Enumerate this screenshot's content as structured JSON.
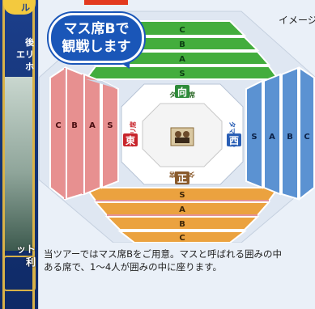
{
  "left_banner": {
    "side_text_1": "後",
    "side_text_2": "エリ",
    "side_text_3": "ホ",
    "logo_text": "ル",
    "bottom_text_1": "ット",
    "bottom_text_2": "利"
  },
  "callout": {
    "line1": "マス席Bで",
    "line2": "観戦します"
  },
  "image_label": "イメージ",
  "arena": {
    "north_seats": [
      "C",
      "B",
      "A",
      "S"
    ],
    "south_seats": [
      "S",
      "A",
      "B",
      "C"
    ],
    "east_seats": [
      "C",
      "B",
      "A",
      "S"
    ],
    "west_seats": [
      "S",
      "A",
      "B",
      "C"
    ],
    "north_label": "向",
    "south_label": "正",
    "east_label": "東",
    "west_label": "西",
    "tamari_north": "タマリ席",
    "tamari_south": "タマリ席",
    "tamari_east": "タマリ席",
    "tamari_west": "タマリ席"
  },
  "colors": {
    "north": "#3faa3a",
    "south": "#e9a33a",
    "east": "#e58c8c",
    "west": "#5b8fd0",
    "badge_north": "#2e8b3a",
    "badge_south": "#8a5a2b",
    "badge_east": "#c8252c",
    "badge_west": "#2a5fb5"
  },
  "caption": {
    "line1": "当ツアーではマス席Bをご用意。マスと呼ばれる囲みの中",
    "line2": "ある席で、1～4人が囲みの中に座ります。"
  }
}
